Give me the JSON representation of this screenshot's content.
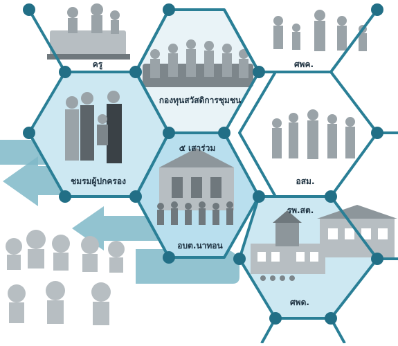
{
  "colors": {
    "line": "#2a7f96",
    "dot": "#226f86",
    "hex_fill": "#cde8f2",
    "center_fill": "#b9dfee",
    "arrow": "#7fb8c8",
    "people": "#9aa3a8",
    "label": "#1d3140"
  },
  "labels": {
    "teacher": "ครู",
    "community_fund": "กองทุนสวัสดิการชุมชน",
    "sorpoko": "ศพค.",
    "parents_club": "ชมรมผู้ปกครอง",
    "five_pillars": "๕ เสาร่วม",
    "osm": "อสม.",
    "rpstt": "รพ.สต.",
    "obt": "อบต.นาทอน",
    "child_center": "ศพด."
  },
  "icons": {
    "teacher": "teachers-classroom-illustration",
    "community_fund": "community-group-illustration",
    "sorpoko": "family-members-illustration",
    "parents_club": "parents-with-children-illustration",
    "obt": "municipal-building-staff-illustration",
    "osm": "health-volunteers-illustration",
    "rpstt": "health-center-illustration",
    "child_center": "child-development-center-illustration",
    "kids": "running-children-illustration"
  }
}
